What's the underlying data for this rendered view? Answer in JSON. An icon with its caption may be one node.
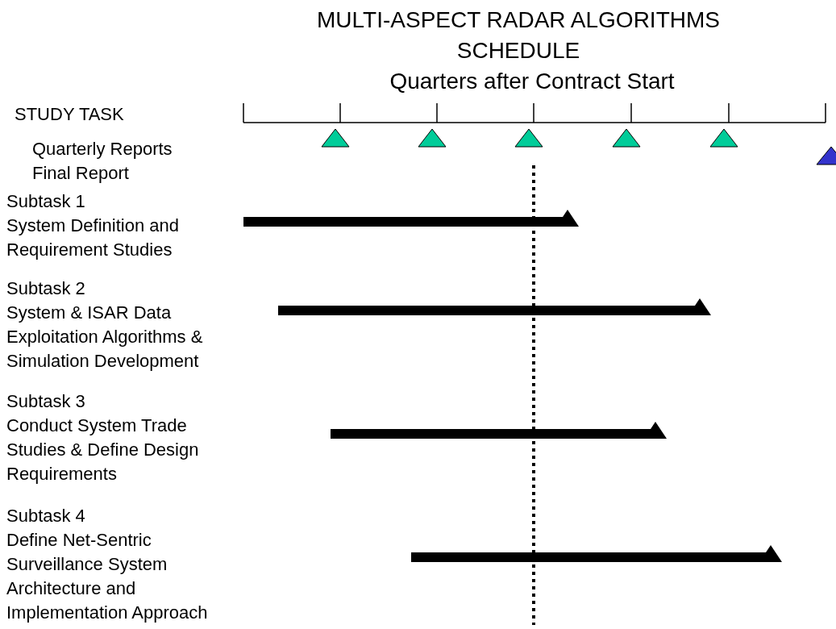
{
  "diagram": {
    "title": "MULTI-ASPECT RADAR ALGORITHMS SCHEDULE",
    "labels": [
      "Quarters after Contract Start",
      "STUDY TASK",
      "Quarterly Reports",
      "Final Report",
      "Subtask 1",
      "System Definition and Requirement Studies",
      "Subtask 2",
      "System & ISAR Data Exploitation Algorithms & Simulation Development",
      "Subtask 3",
      "Conduct System Trade Studies & Define Design Requirements",
      "Subtask 4",
      "Define Net-Sentric Surveillance System Architecture and Implementation Approach"
    ]
  }
}
